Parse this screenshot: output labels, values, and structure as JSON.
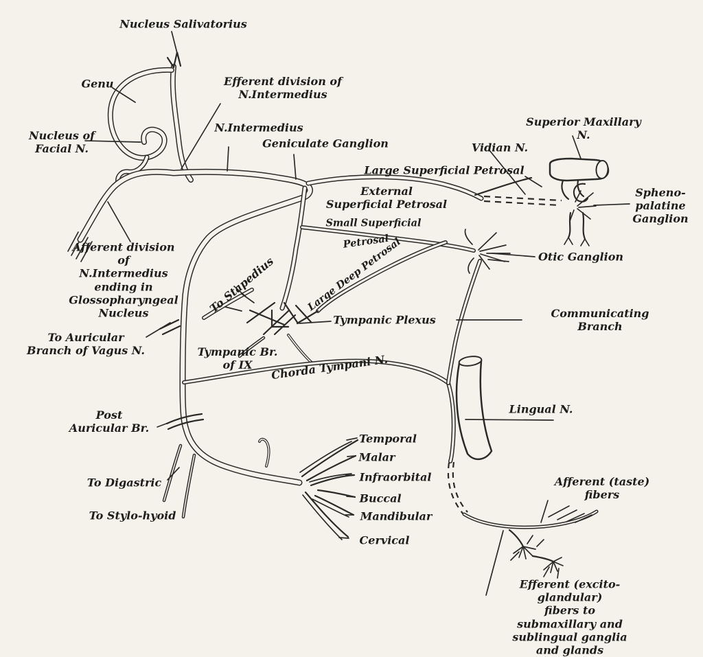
{
  "colors": {
    "paper": "#f5f2ec",
    "ink": "#2a2a28"
  },
  "labels": {
    "nucleus_salivatorius": "Nucleus Salivatorius",
    "genu": "Genu",
    "nucleus_of_facial": "Nucleus of\nFacial N.",
    "efferent_division": "Efferent division of\nN.Intermedius",
    "n_intermedius": "N.Intermedius",
    "geniculate_ganglion": "Geniculate Ganglion",
    "large_superficial_petrosal": "Large Superficial Petrosal",
    "external_superficial_petrosal": "External\nSuperficial Petrosal",
    "small_superficial": "Small Superficial",
    "petrosal": "Petrosal",
    "large_deep_petrosal": "Large Deep Petrosal",
    "vidian": "Vidian N.",
    "superior_maxillary": "Superior Maxillary N.",
    "sphenopalatine": "Spheno-\npalatine\nGanglion",
    "otic_ganglion": "Otic Ganglion",
    "communicating_branch": "Communicating Branch",
    "to_stapedius": "To Stapedius",
    "tympanic_plexus": "Tympanic Plexus",
    "tympanic_br_ix": "Tympanic Br.\nof IX",
    "chorda_tympani": "Chorda Tympani N.",
    "afferent_division": "Afferent division\nof\nN.Intermedius\nending in\nGlossopharyngeal\nNucleus",
    "to_auricular": "To Auricular\nBranch of Vagus N.",
    "post_auricular": "Post\nAuricular Br.",
    "to_digastric": "To Digastric",
    "to_stylo_hyoid": "To Stylo-hyoid",
    "temporal": "Temporal",
    "malar": "Malar",
    "infraorbital": "Infraorbital",
    "buccal": "Buccal",
    "mandibular": "Mandibular",
    "cervical": "Cervical",
    "lingual": "Lingual N.",
    "afferent_taste": "Afferent (taste) fibers",
    "efferent_glandular": "Efferent (excito-glandular)\nfibers to submaxillary and\nsublingual ganglia and glands"
  }
}
